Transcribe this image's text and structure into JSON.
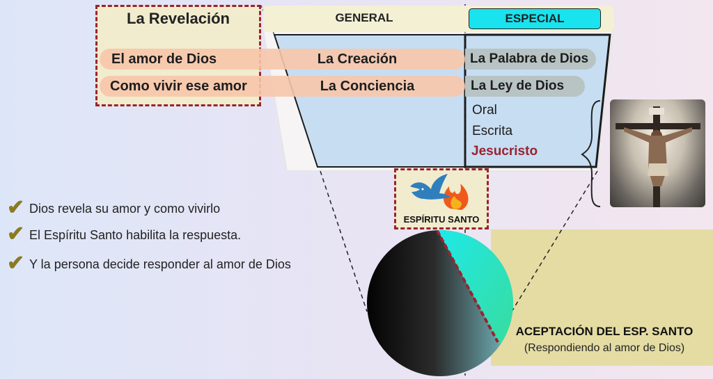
{
  "title": "La Revelación",
  "columns": {
    "general": "GENERAL",
    "especial": "ESPECIAL"
  },
  "rows": [
    {
      "label": "El amor de Dios",
      "general": "La Creación",
      "especial": "La Palabra de Dios"
    },
    {
      "label": "Como vivir ese amor",
      "general": "La Conciencia",
      "especial": "La Ley de Dios"
    }
  ],
  "especial_items": [
    "Oral",
    "Escrita",
    "Jesucristo"
  ],
  "espiritu": {
    "label": "ESPÍRITU SANTO",
    "icon": "dove-flame-icon"
  },
  "points": [
    "Dios revela su amor y como vivirlo",
    "El Espíritu Santo habilita la respuesta.",
    "Y la persona decide responder al amor de Dios"
  ],
  "acceptance": {
    "title": "ACEPTACIÓN DEL ESP. SANTO",
    "subtitle": "(Respondiendo al amor de Dios)"
  },
  "photo": {
    "subject": "crucifix-image"
  },
  "colors": {
    "accent_dashed": "#9b2230",
    "especial_cyan": "#18e3ee",
    "row_highlight": "#f7c6ab",
    "funnel": "#c7ddf2",
    "jesucristo": "#9b2230",
    "check": "#8c7a20"
  }
}
